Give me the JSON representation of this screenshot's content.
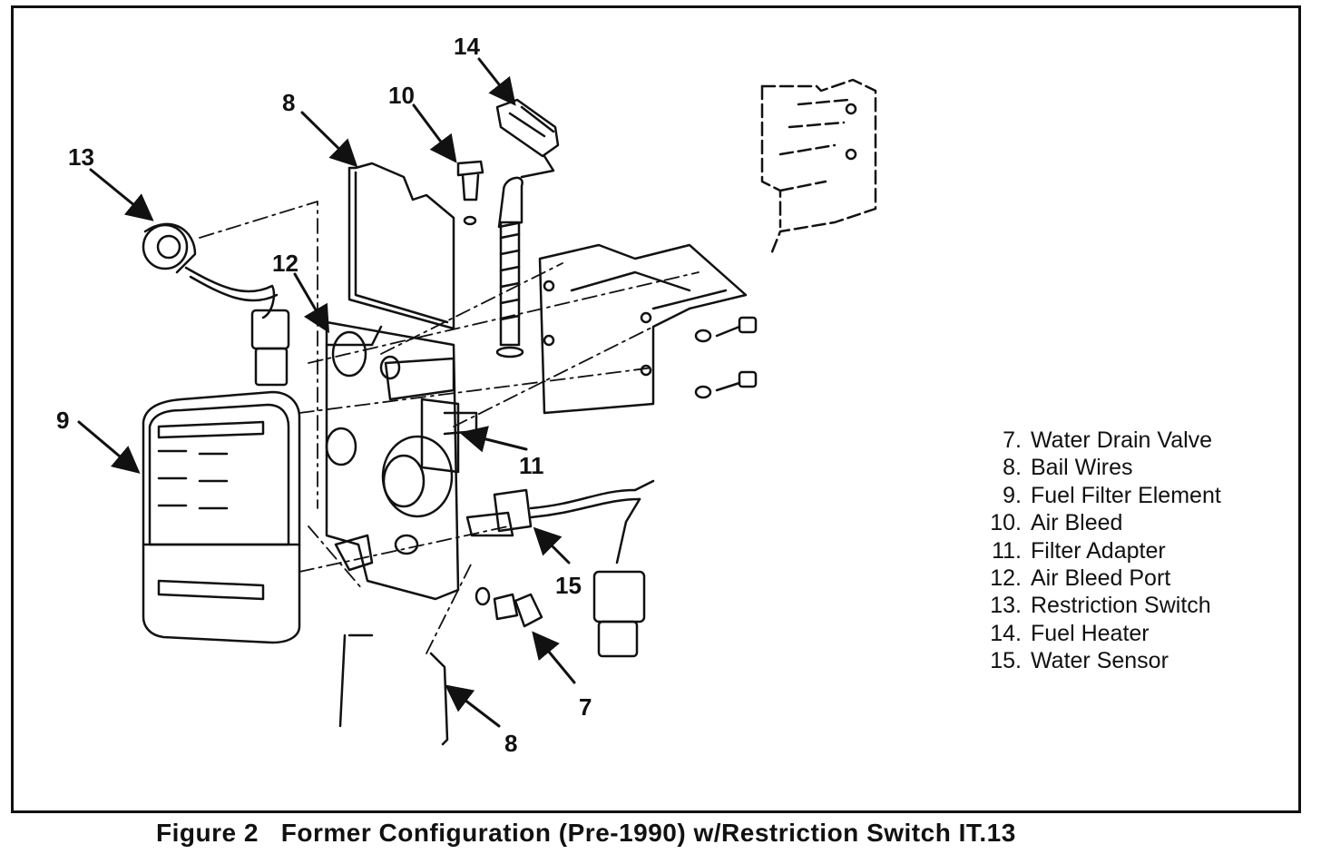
{
  "callouts": {
    "c14": "14",
    "c10": "10",
    "c8_top": "8",
    "c13": "13",
    "c12": "12",
    "c9": "9",
    "c11": "11",
    "c15": "15",
    "c7": "7",
    "c8_bottom": "8"
  },
  "legend": [
    {
      "num": "7.",
      "label": "Water Drain Valve"
    },
    {
      "num": "8.",
      "label": "Bail Wires"
    },
    {
      "num": "9.",
      "label": "Fuel Filter Element"
    },
    {
      "num": "10.",
      "label": "Air Bleed"
    },
    {
      "num": "11.",
      "label": "Filter Adapter"
    },
    {
      "num": "12.",
      "label": "Air Bleed Port"
    },
    {
      "num": "13.",
      "label": "Restriction Switch"
    },
    {
      "num": "14.",
      "label": "Fuel Heater"
    },
    {
      "num": "15.",
      "label": "Water Sensor"
    }
  ],
  "caption": "Figure 2   Former Configuration (Pre-1990) w/Restriction Switch IT.13"
}
